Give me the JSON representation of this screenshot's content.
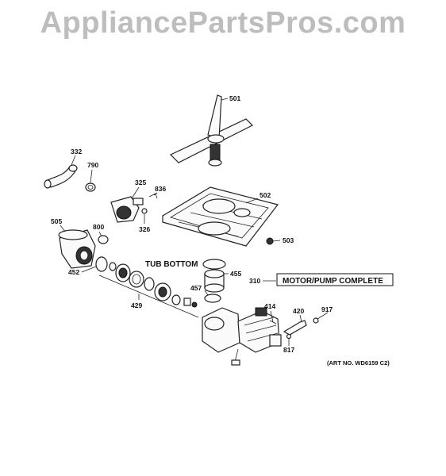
{
  "watermark": "AppliancePartsPros.com",
  "callouts": {
    "p501": "501",
    "p332": "332",
    "p790": "790",
    "p325": "325",
    "p836": "836",
    "p502": "502",
    "p505": "505",
    "p800": "800",
    "p326": "326",
    "p503": "503",
    "p452": "452",
    "p455": "455",
    "p429": "429",
    "p457": "457",
    "p414": "414",
    "p420": "420",
    "p917": "917",
    "p817": "817",
    "p310": "310"
  },
  "labels": {
    "tub_bottom": "TUB BOTTOM",
    "motor_pump": "MOTOR/PUMP COMPLETE",
    "art_no": "(ART NO. WD6159 C2)"
  }
}
